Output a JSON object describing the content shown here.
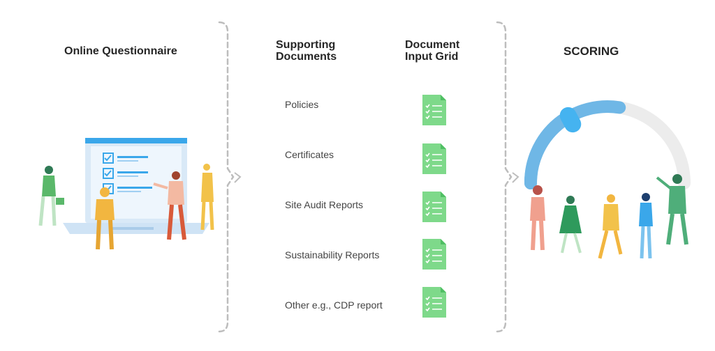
{
  "sections": {
    "questionnaire": {
      "title": "Online Questionnaire"
    },
    "documents": {
      "supporting_title_line1": "Supporting",
      "supporting_title_line2": "Documents",
      "grid_title_line1": "Document",
      "grid_title_line2": "Input Grid",
      "items": [
        {
          "label": "Policies"
        },
        {
          "label": "Certificates"
        },
        {
          "label": "Site Audit Reports"
        },
        {
          "label": "Sustainability Reports"
        },
        {
          "label": "Other e.g., CDP report"
        }
      ]
    },
    "scoring": {
      "title": "SCORING",
      "level": 0.55
    }
  },
  "colors": {
    "bracket": "#bdbdbd",
    "doc_green": "#7ed98a",
    "doc_fold": "#4fbf63",
    "gauge_track": "#ececec",
    "gauge_fill": "#6fb7e6",
    "gauge_knob": "#45b3f0",
    "screen_frame": "#cfe3f5",
    "screen_bar": "#3aa7ea",
    "check": "#3aa7ea"
  },
  "icons": [
    "document-check-icon",
    "checklist-icon",
    "bracket-divider"
  ]
}
